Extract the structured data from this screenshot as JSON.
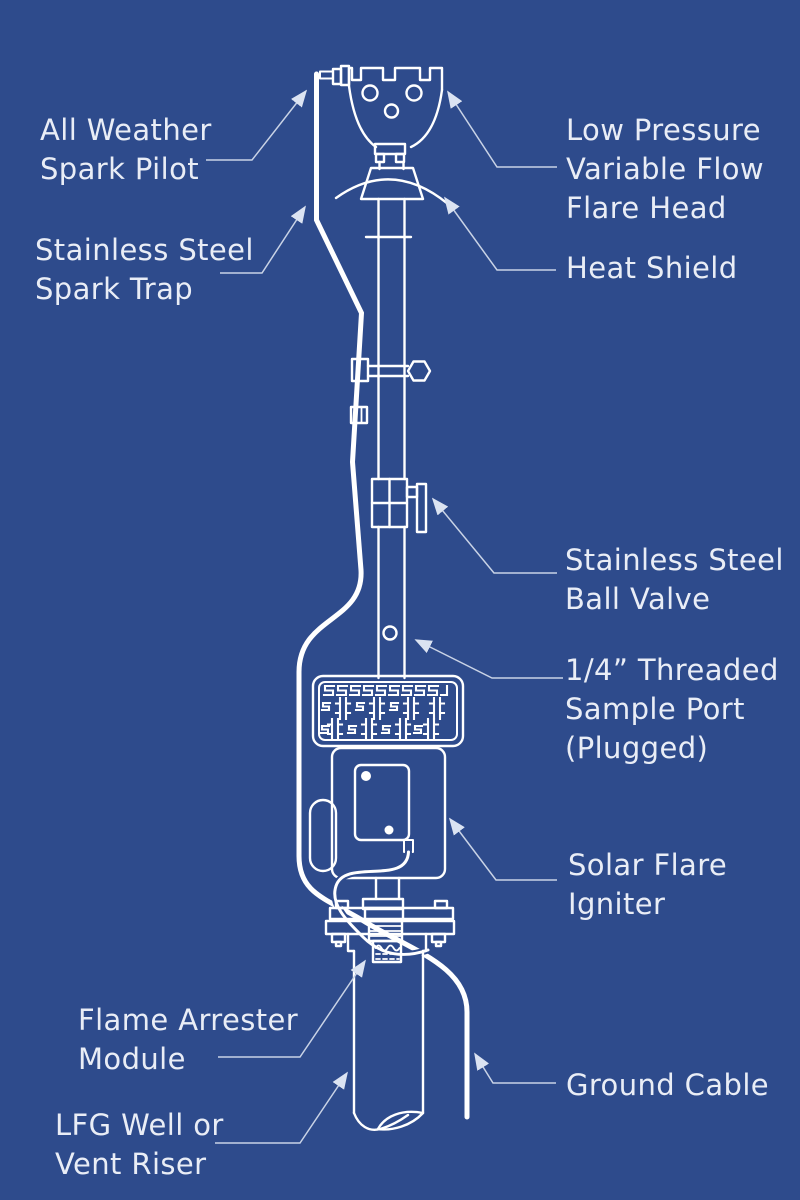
{
  "colors": {
    "background": "#2e4b8c",
    "drawing_line": "#ffffff",
    "leader_line": "#c9d3e6",
    "label_text": "#e9edf6"
  },
  "labels": {
    "spark_pilot": {
      "lines": [
        "All Weather",
        "Spark Pilot"
      ]
    },
    "flare_head": {
      "lines": [
        "Low Pressure",
        "Variable Flow",
        "Flare Head"
      ]
    },
    "spark_trap": {
      "lines": [
        "Stainless Steel",
        "Spark Trap"
      ]
    },
    "heat_shield": {
      "lines": [
        "Heat Shield"
      ]
    },
    "ball_valve": {
      "lines": [
        "Stainless Steel",
        "Ball Valve"
      ]
    },
    "sample_port": {
      "lines": [
        "1/4” Threaded",
        "Sample Port",
        "(Plugged)"
      ]
    },
    "solar_igniter": {
      "lines": [
        "Solar Flare",
        "Igniter"
      ]
    },
    "flame_arrester": {
      "lines": [
        "Flame Arrester",
        "Module"
      ]
    },
    "ground_cable": {
      "lines": [
        "Ground Cable"
      ]
    },
    "lfg_riser": {
      "lines": [
        "LFG Well or",
        "Vent Riser"
      ]
    }
  }
}
